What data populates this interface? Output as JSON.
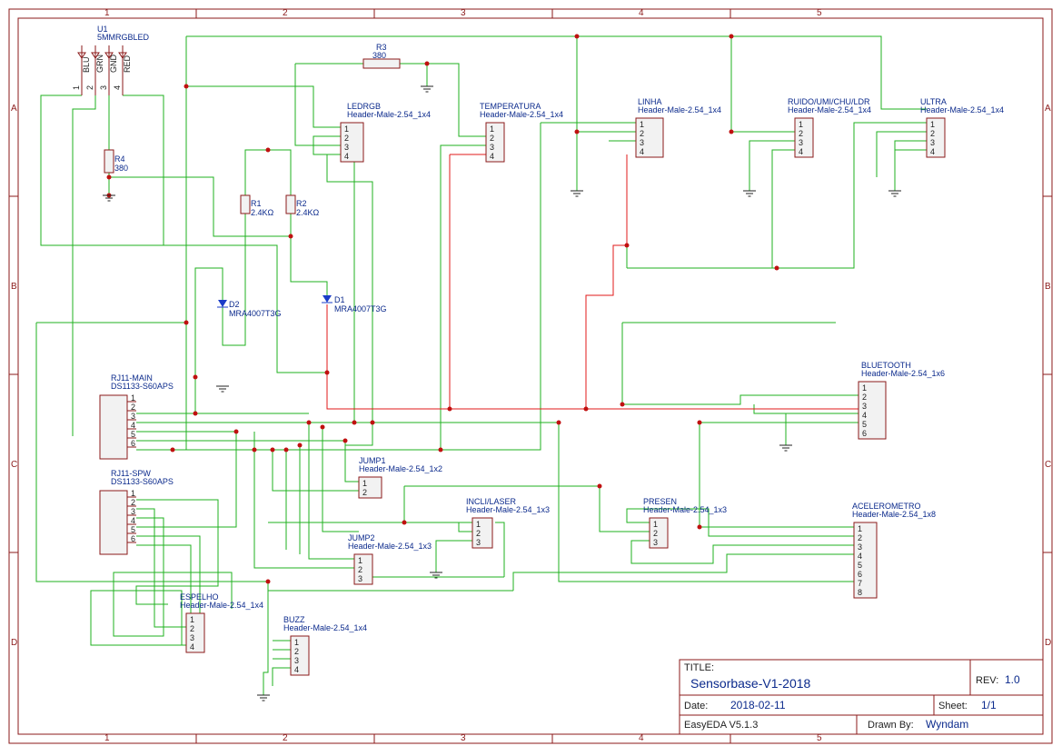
{
  "grid": {
    "columns": [
      "1",
      "2",
      "3",
      "4",
      "5"
    ],
    "rows": [
      "A",
      "B",
      "C",
      "D"
    ]
  },
  "title_block": {
    "title_label": "TITLE:",
    "title": "Sensorbase-V1-2018",
    "rev_label": "REV:",
    "rev": "1.0",
    "date_label": "Date:",
    "date": "2018-02-11",
    "sheet_label": "Sheet:",
    "sheet": "1/1",
    "tool": "EasyEDA V5.1.3",
    "drawn_label": "Drawn By:",
    "drawn_by": "Wyndam"
  },
  "components": {
    "u1": {
      "ref": "U1",
      "value": "5MMRGBLED",
      "pins": [
        "BLU",
        "GRN",
        "GND",
        "RED"
      ],
      "pin_numbers": [
        "1",
        "2",
        "3",
        "4"
      ]
    },
    "r3": {
      "ref": "R3",
      "value": "380"
    },
    "r4": {
      "ref": "R4",
      "value": "380"
    },
    "r1": {
      "ref": "R1",
      "value": "2.4KΩ"
    },
    "r2": {
      "ref": "R2",
      "value": "2.4KΩ"
    },
    "d1": {
      "ref": "D1",
      "value": "MRA4007T3G"
    },
    "d2": {
      "ref": "D2",
      "value": "MRA4007T3G"
    },
    "ledrgb": {
      "ref": "LEDRGB",
      "value": "Header-Male-2.54_1x4"
    },
    "temperatura": {
      "ref": "TEMPERATURA",
      "value": "Header-Male-2.54_1x4"
    },
    "linha": {
      "ref": "LINHA",
      "value": "Header-Male-2.54_1x4"
    },
    "ruido": {
      "ref": "RUIDO/UMI/CHU/LDR",
      "value": "Header-Male-2.54_1x4"
    },
    "ultra": {
      "ref": "ULTRA",
      "value": "Header-Male-2.54_1x4"
    },
    "bluetooth": {
      "ref": "BLUETOOTH",
      "value": "Header-Male-2.54_1x6"
    },
    "rj11main": {
      "ref": "RJ11-MAIN",
      "value": "DS1133-S60APS"
    },
    "rj11spw": {
      "ref": "RJ11-SPW",
      "value": "DS1133-S60APS"
    },
    "jump1": {
      "ref": "JUMP1",
      "value": "Header-Male-2.54_1x2"
    },
    "jump2": {
      "ref": "JUMP2",
      "value": "Header-Male-2.54_1x3"
    },
    "incli": {
      "ref": "INCLI/LASER",
      "value": "Header-Male-2.54_1x3"
    },
    "presen": {
      "ref": "PRESEN",
      "value": "Header-Male-2.54_1x3"
    },
    "acel": {
      "ref": "ACELEROMETRO",
      "value": "Header-Male-2.54_1x8"
    },
    "espelho": {
      "ref": "ESPELHO",
      "value": "Header-Male-2.54_1x4"
    },
    "buzz": {
      "ref": "BUZZ",
      "value": "Header-Male-2.54_1x4"
    }
  },
  "pin_labels": [
    "1",
    "2",
    "3",
    "4",
    "5",
    "6",
    "7",
    "8"
  ]
}
